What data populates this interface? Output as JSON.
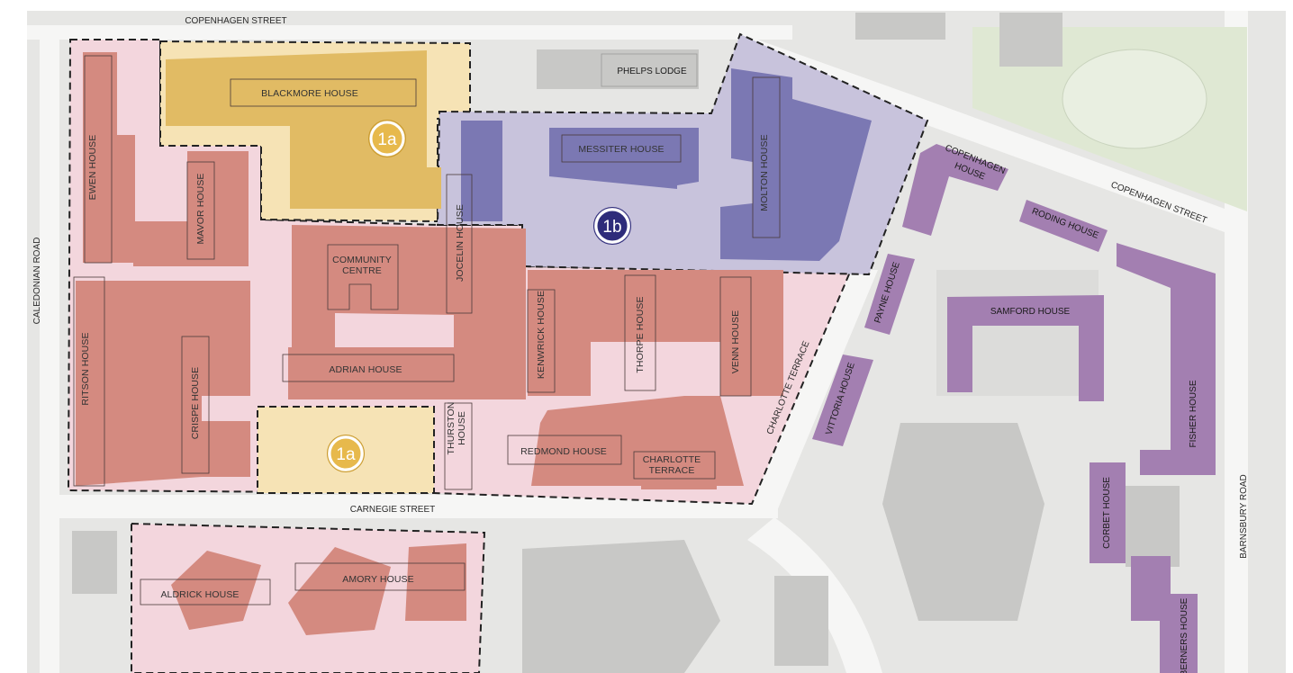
{
  "colors": {
    "ground": "#e6e6e4",
    "road": "#f6f6f5",
    "building_grey": "#c8c8c6",
    "park": "#dfe8d3",
    "pink_zone": "#f3d6dd",
    "salmon_building": "#d48a80",
    "phase_1a_zone": "#f6e3b5",
    "phase_1a_building": "#e1bb64",
    "phase_1b_zone": "#c8c3dc",
    "phase_1b_building": "#7b78b3",
    "purple_building": "#a37fb1",
    "badge_1a_ring": "#c99a2e",
    "badge_1b_ring": "#2e2c7a",
    "boundary_line": "#222222"
  },
  "streets": {
    "copenhagen_north": "COPENHAGEN STREET",
    "copenhagen_east": "COPENHAGEN STREET",
    "caledonian": "CALEDONIAN ROAD",
    "carnegie": "CARNEGIE STREET",
    "barnsbury": "BARNSBURY ROAD",
    "charlotte_terrace": "CHARLOTTE TERRACE"
  },
  "buildings": {
    "phelps_lodge": "PHELPS LODGE",
    "blackmore_house": "BLACKMORE HOUSE",
    "ewen_house": "EWEN HOUSE",
    "mavor_house": "MAVOR HOUSE",
    "messiter_house": "MESSITER HOUSE",
    "molton_house": "MOLTON HOUSE",
    "jocelin_house": "JOCELIN HOUSE",
    "community_centre_1": "COMMUNITY",
    "community_centre_2": "CENTRE",
    "ritson_house": "RITSON HOUSE",
    "crispe_house": "CRISPE HOUSE",
    "adrian_house": "ADRIAN HOUSE",
    "kenwrick_house": "KENWRICK HOUSE",
    "thorpe_house": "THORPE HOUSE",
    "venn_house": "VENN HOUSE",
    "thurston_house_1": "THURSTON",
    "thurston_house_2": "HOUSE",
    "redmond_house": "REDMOND HOUSE",
    "charlotte_terrace_bldg_1": "CHARLOTTE",
    "charlotte_terrace_bldg_2": "TERRACE",
    "aldrick_house": "ALDRICK HOUSE",
    "amory_house": "AMORY HOUSE",
    "copenhagen_house_1": "COPENHAGEN",
    "copenhagen_house_2": "HOUSE",
    "roding_house": "RODING HOUSE",
    "payne_house": "PAYNE HOUSE",
    "vittoria_house": "VITTORIA HOUSE",
    "samford_house": "SAMFORD HOUSE",
    "fisher_house": "FISHER HOUSE",
    "corbet_house": "CORBET HOUSE",
    "berners_house": "BERNERS HOUSE"
  },
  "phases": {
    "north_1a": "1a",
    "south_1a": "1a",
    "phase_1b": "1b"
  }
}
